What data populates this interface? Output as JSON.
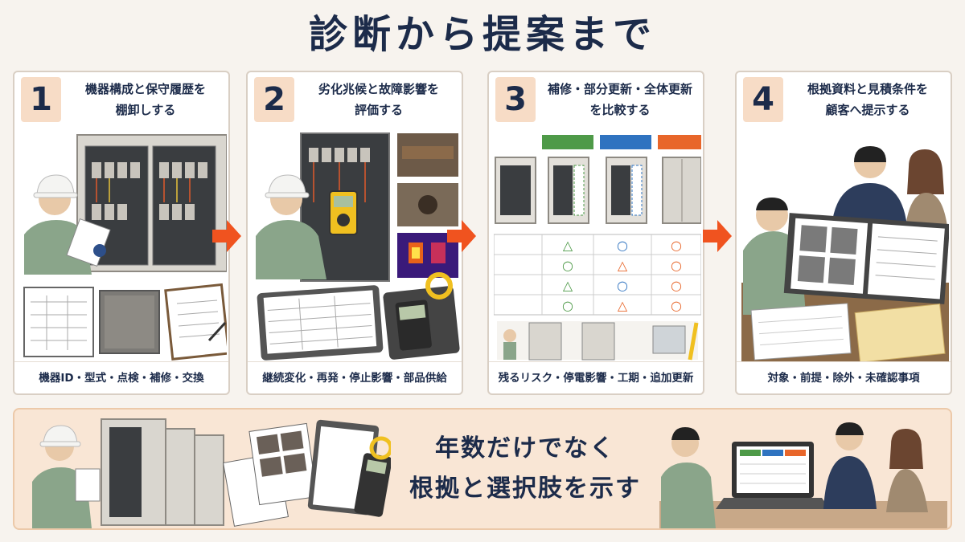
{
  "title": "診断から提案まで",
  "steps": [
    {
      "number": "1",
      "heading_line1": "機器構成と保守履歴を",
      "heading_line2": "棚卸しする",
      "footer": "機器ID・型式・点検・補修・交換"
    },
    {
      "number": "2",
      "heading_line1": "劣化兆候と故障影響を",
      "heading_line2": "評価する",
      "footer": "継続変化・再発・停止影響・部品供給"
    },
    {
      "number": "3",
      "heading_line1": "補修・部分更新・全体更新",
      "heading_line2": "を比較する",
      "footer": "残るリスク・停電影響・工期・追加更新"
    },
    {
      "number": "4",
      "heading_line1": "根拠資料と見積条件を",
      "heading_line2": "顧客へ提示する",
      "footer": "対象・前提・除外・未確認事項"
    }
  ],
  "comparison": {
    "header_colors": [
      "#4e9a48",
      "#2f73c0",
      "#e8662a"
    ],
    "rows": [
      [
        "△",
        "○",
        "○"
      ],
      [
        "○",
        "△",
        "○"
      ],
      [
        "△",
        "○",
        "○"
      ],
      [
        "○",
        "△",
        "○"
      ]
    ]
  },
  "colors": {
    "accent": "#f0531f",
    "navy": "#1c2b4a",
    "bottom_bg": "#f9e6d5",
    "number_bg": "#f7dcc6"
  },
  "bottom": {
    "line1": "年数だけでなく",
    "line2": "根拠と選択肢を示す"
  },
  "icons": [
    "arrow-right-icon",
    "worker-illustration",
    "switchboard-illustration",
    "multimeter-illustration",
    "clamp-meter-illustration",
    "thermal-image",
    "document-icon",
    "laptop-illustration"
  ]
}
